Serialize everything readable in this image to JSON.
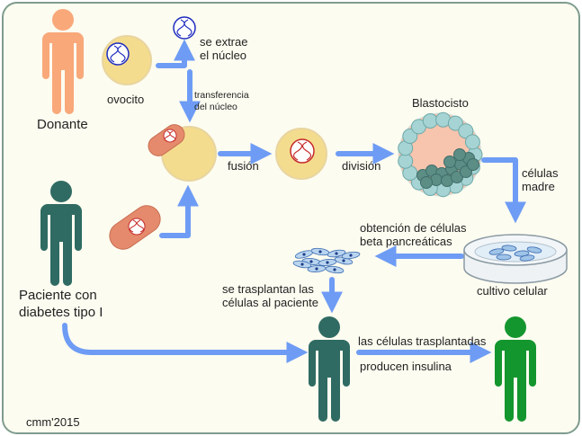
{
  "labels": {
    "donor": "Donante",
    "oocyte": "ovocito",
    "extract_nucleus": [
      "se extrae",
      "el núcleo"
    ],
    "nuclear_transfer": [
      "transferencia",
      "del núcleo"
    ],
    "fusion": "fusión",
    "division": "división",
    "blastocyst": "Blastocisto",
    "stem_cells": [
      "células",
      "madre"
    ],
    "obtain_beta": [
      "obtención de células",
      "beta pancreáticas"
    ],
    "cell_culture": "cultivo celular",
    "transplant_to_patient": [
      "se trasplantan las",
      "células al paciente"
    ],
    "patient": [
      "Paciente con",
      "diabetes tipo I"
    ],
    "insulin": [
      "las células trasplantadas",
      "producen insulina"
    ],
    "credit": "cmm'2015"
  },
  "colors": {
    "frame_bg": "#fdfcf0",
    "frame_border": "#7e9c8e",
    "donor": "#f9a87a",
    "patient": "#2f6b63",
    "healthy": "#14962e",
    "arrow": "#6e9cf5",
    "cell_fill": "#f4dc8e",
    "somatic_cell": "#e58a6c",
    "dna": "#c62a2a"
  },
  "icons": [
    "donor-person-icon",
    "patient-person-icon",
    "healthy-person-icon",
    "oocyte-icon",
    "dna-icon",
    "blastocyst-icon",
    "petri-dish-icon"
  ]
}
